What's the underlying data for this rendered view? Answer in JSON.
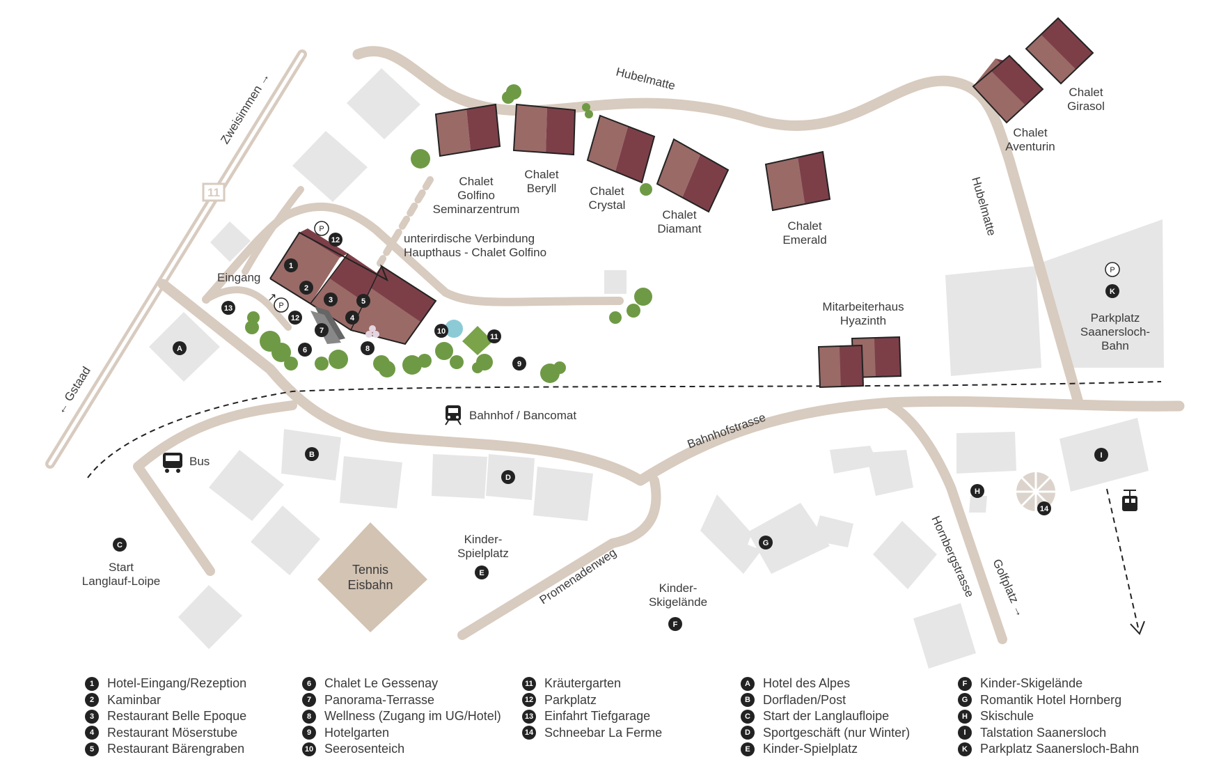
{
  "colors": {
    "road": "#d8cbbf",
    "building_gray": "#e6e6e6",
    "chalet_light": "#9a6a67",
    "chalet_dark": "#7c3f48",
    "tree": "#6f9a45",
    "tennis": "#d2c3b3",
    "marker": "#222222",
    "pond": "#8ccbd6"
  },
  "roads": {
    "hubelmatte_top": "Hubelmatte",
    "hubelmatte_right": "Hubelmatte",
    "bahnhofstrasse": "Bahnhofstrasse",
    "promenadenweg": "Promenadenweg",
    "hornbergstrasse": "Hornbergstrasse",
    "golfplatz": "Golfplatz →",
    "zweisimmen": "Zweisimmen →",
    "gstaad": "← Gstaad",
    "route_number": "11"
  },
  "places": {
    "chalet_golfino": [
      "Chalet",
      "Golfino",
      "Seminarzentrum"
    ],
    "chalet_beryll": [
      "Chalet",
      "Beryll"
    ],
    "chalet_crystal": [
      "Chalet",
      "Crystal"
    ],
    "chalet_diamant": [
      "Chalet",
      "Diamant"
    ],
    "chalet_emerald": [
      "Chalet",
      "Emerald"
    ],
    "chalet_aventurin": [
      "Chalet",
      "Aventurin"
    ],
    "chalet_girasol": [
      "Chalet",
      "Girasol"
    ],
    "underground": [
      "unterirdische Verbindung",
      "Haupthaus - Chalet Golfino"
    ],
    "eingang": "Eingang",
    "mitarbeiterhaus": [
      "Mitarbeiterhaus",
      "Hyazinth"
    ],
    "parkplatz_k": [
      "Parkplatz",
      "Saanersloch-",
      "Bahn"
    ],
    "bahnhof": "Bahnhof / Bancomat",
    "bus": "Bus",
    "start_loipe": [
      "Start",
      "Langlauf-Loipe"
    ],
    "tennis": [
      "Tennis",
      "Eisbahn"
    ],
    "kinder_spielplatz": [
      "Kinder-",
      "Spielplatz"
    ],
    "kinder_skigelaende": [
      "Kinder-",
      "Skigelände"
    ]
  },
  "markers": {
    "m1": "1",
    "m2": "2",
    "m3": "3",
    "m4": "4",
    "m5": "5",
    "m6": "6",
    "m7": "7",
    "m8": "8",
    "m9": "9",
    "m10": "10",
    "m11": "11",
    "m12a": "12",
    "m12b": "12",
    "m13": "13",
    "m14": "14",
    "mA": "A",
    "mB": "B",
    "mC": "C",
    "mD": "D",
    "mE": "E",
    "mF": "F",
    "mG": "G",
    "mH": "H",
    "mI": "I",
    "mK": "K",
    "p1": "P",
    "p2": "P",
    "p3": "P"
  },
  "legend": {
    "col1": [
      {
        "key": "1",
        "label": "Hotel-Eingang/Rezeption"
      },
      {
        "key": "2",
        "label": "Kaminbar"
      },
      {
        "key": "3",
        "label": "Restaurant Belle Epoque"
      },
      {
        "key": "4",
        "label": "Restaurant Möserstube"
      },
      {
        "key": "5",
        "label": "Restaurant Bärengraben"
      }
    ],
    "col2": [
      {
        "key": "6",
        "label": "Chalet Le Gessenay"
      },
      {
        "key": "7",
        "label": "Panorama-Terrasse"
      },
      {
        "key": "8",
        "label": "Wellness (Zugang im UG/Hotel)"
      },
      {
        "key": "9",
        "label": "Hotelgarten"
      },
      {
        "key": "10",
        "label": "Seerosenteich"
      }
    ],
    "col3": [
      {
        "key": "11",
        "label": "Kräutergarten"
      },
      {
        "key": "12",
        "label": "Parkplatz"
      },
      {
        "key": "13",
        "label": "Einfahrt Tiefgarage"
      },
      {
        "key": "14",
        "label": "Schneebar La Ferme"
      }
    ],
    "col4": [
      {
        "key": "A",
        "label": "Hotel des Alpes"
      },
      {
        "key": "B",
        "label": "Dorfladen/Post"
      },
      {
        "key": "C",
        "label": "Start der Langlaufloipe"
      },
      {
        "key": "D",
        "label": "Sportgeschäft (nur Winter)"
      },
      {
        "key": "E",
        "label": "Kinder-Spielplatz"
      }
    ],
    "col5": [
      {
        "key": "F",
        "label": "Kinder-Skigelände"
      },
      {
        "key": "G",
        "label": "Romantik Hotel Hornberg"
      },
      {
        "key": "H",
        "label": "Skischule"
      },
      {
        "key": "I",
        "label": "Talstation Saanersloch"
      },
      {
        "key": "K",
        "label": "Parkplatz Saanersloch-Bahn"
      }
    ]
  }
}
